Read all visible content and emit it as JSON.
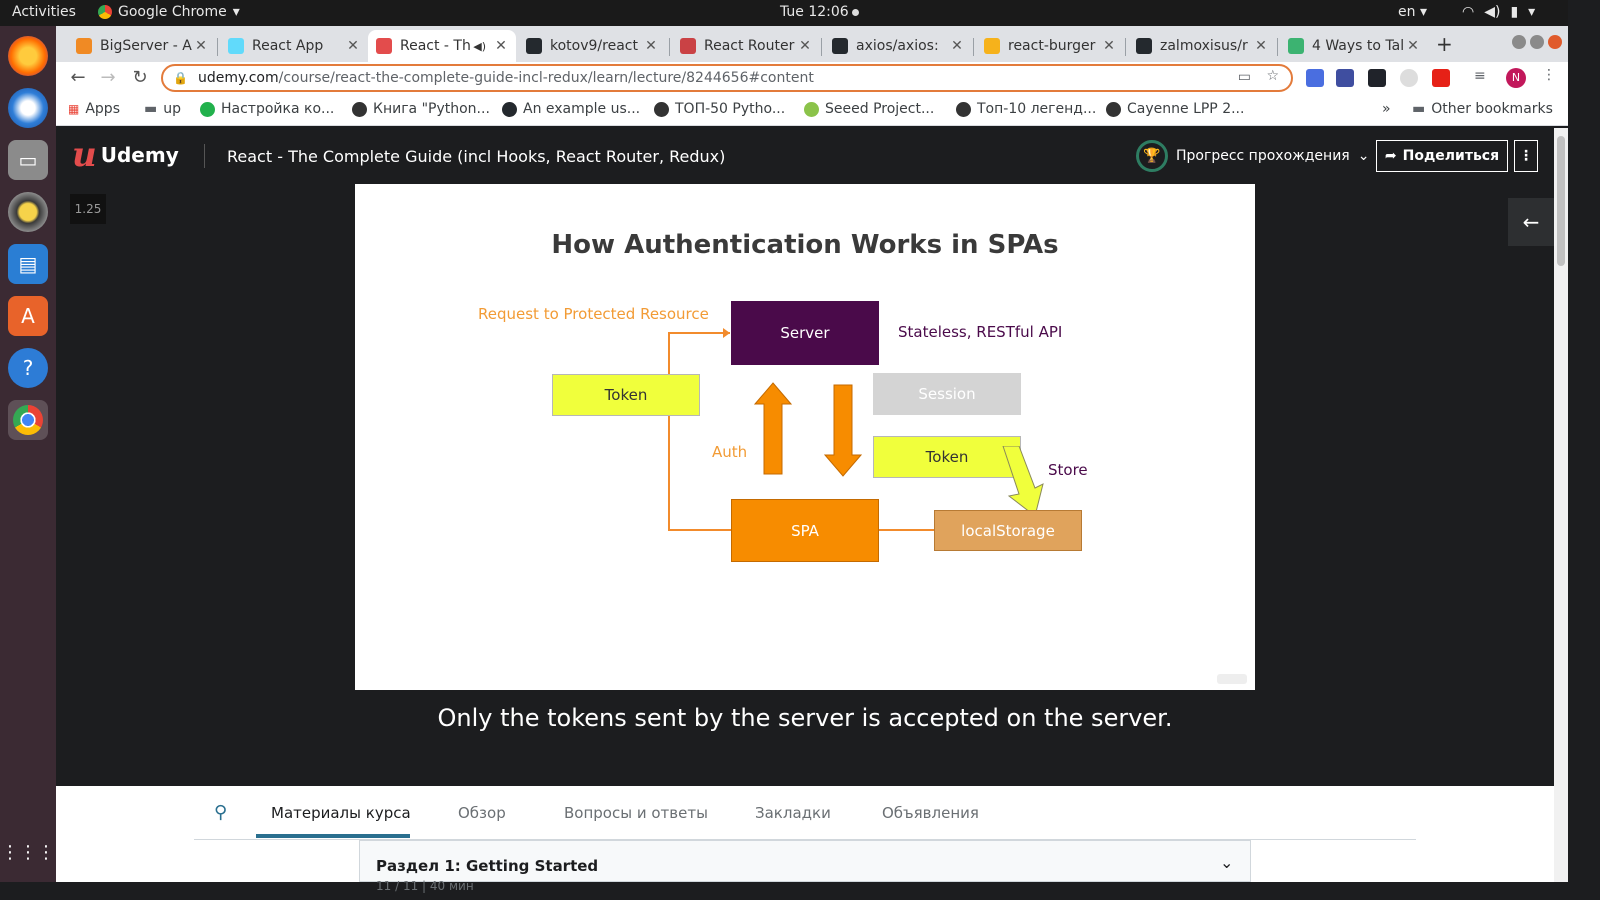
{
  "os": {
    "activities": "Activities",
    "app_name": "Google Chrome",
    "clock": "Tue 12:06",
    "lang": "en"
  },
  "tabs": [
    {
      "label": "BigServer - A",
      "icon_color": "#f08a24"
    },
    {
      "label": "React App",
      "icon_color": "#61dafb"
    },
    {
      "label": "React - Th",
      "icon_color": "#e34c4c"
    },
    {
      "label": "kotov9/react",
      "icon_color": "#24292e"
    },
    {
      "label": "React Router",
      "icon_color": "#ca4245"
    },
    {
      "label": "axios/axios:",
      "icon_color": "#24292e"
    },
    {
      "label": "react-burger",
      "icon_color": "#f6b21b"
    },
    {
      "label": "zalmoxisus/r",
      "icon_color": "#24292e"
    },
    {
      "label": "4 Ways to Tal",
      "icon_color": "#3cb371"
    }
  ],
  "address": {
    "host": "udemy.com",
    "path": "/course/react-the-complete-guide-incl-redux/learn/lecture/8244656#content"
  },
  "bookmarks": [
    {
      "label": "Apps",
      "color": "#e94235"
    },
    {
      "label": "up",
      "color": "#5f6368"
    },
    {
      "label": "Настройка ко...",
      "color": "#22b14c"
    },
    {
      "label": "Книга \"Python...",
      "color": "#333333"
    },
    {
      "label": "An example us...",
      "color": "#24292e"
    },
    {
      "label": "ТОП-50 Pytho...",
      "color": "#333333"
    },
    {
      "label": "Seeed Project...",
      "color": "#8bc34a"
    },
    {
      "label": "Топ-10 легенд...",
      "color": "#333333"
    },
    {
      "label": "Cayenne LPP 2...",
      "color": "#333333"
    }
  ],
  "other_bookmarks": "Other bookmarks",
  "header": {
    "logo_text": "Udemy",
    "course_title": "React - The Complete Guide (incl Hooks, React Router, Redux)",
    "progress_label": "Прогресс прохождения",
    "share_label": "Поделиться"
  },
  "player": {
    "speed": "1.25",
    "caption": "Only the tokens sent by the server is accepted on the server."
  },
  "slide": {
    "title": "How Authentication Works in SPAs",
    "request_label": "Request to Protected Resource",
    "server": "Server",
    "stateless_label": "Stateless, RESTful API",
    "token_left": "Token",
    "session": "Session",
    "auth_label": "Auth",
    "token_right": "Token",
    "store_label": "Store",
    "spa": "SPA",
    "local_storage": "localStorage"
  },
  "course_tabs": [
    "Материалы курса",
    "Обзор",
    "Вопросы и ответы",
    "Закладки",
    "Объявления"
  ],
  "section": {
    "title": "Раздел 1: Getting Started",
    "subtitle": "11 / 11 | 40 мин"
  },
  "colors": {
    "server": "#4a0a4a",
    "token": "#f0ff3c",
    "session": "#d4d4d4",
    "spa": "#f78c00",
    "local_storage": "#e0a35c",
    "orange_text": "#f29b35",
    "purple_text": "#4a0a4a"
  }
}
